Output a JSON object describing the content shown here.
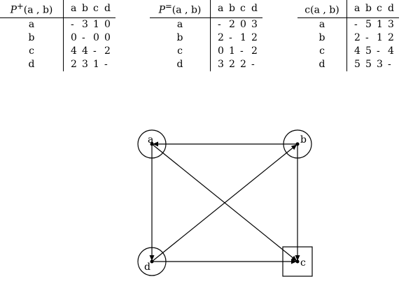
{
  "matrices": [
    {
      "header_prefix": "P",
      "header_sup": "+",
      "header_suffix": "(a , b)",
      "columns": [
        "a",
        "b",
        "c",
        "d"
      ],
      "rows": [
        {
          "label": "a",
          "values": [
            "-",
            "3",
            "1",
            "0"
          ]
        },
        {
          "label": "b",
          "values": [
            "0",
            "-",
            "0",
            "0"
          ]
        },
        {
          "label": "c",
          "values": [
            "4",
            "4",
            "-",
            "2"
          ]
        },
        {
          "label": "d",
          "values": [
            "2",
            "3",
            "1",
            "-"
          ]
        }
      ]
    },
    {
      "header_prefix": "P",
      "header_sup": "=",
      "header_suffix": "(a , b)",
      "columns": [
        "a",
        "b",
        "c",
        "d"
      ],
      "rows": [
        {
          "label": "a",
          "values": [
            "-",
            "2",
            "0",
            "3"
          ]
        },
        {
          "label": "b",
          "values": [
            "2",
            "-",
            "1",
            "2"
          ]
        },
        {
          "label": "c",
          "values": [
            "0",
            "1",
            "-",
            "2"
          ]
        },
        {
          "label": "d",
          "values": [
            "3",
            "2",
            "2",
            "-"
          ]
        }
      ]
    },
    {
      "header_prefix": "",
      "header_sup": "",
      "header_suffix": "c(a , b)",
      "columns": [
        "a",
        "b",
        "c",
        "d"
      ],
      "rows": [
        {
          "label": "a",
          "values": [
            "-",
            "5",
            "1",
            "3"
          ]
        },
        {
          "label": "b",
          "values": [
            "2",
            "-",
            "1",
            "2"
          ]
        },
        {
          "label": "c",
          "values": [
            "4",
            "5",
            "-",
            "4"
          ]
        },
        {
          "label": "d",
          "values": [
            "5",
            "5",
            "3",
            "-"
          ]
        }
      ]
    }
  ],
  "graph": {
    "nodes": [
      {
        "id": "a",
        "label": "a",
        "marker": "circle"
      },
      {
        "id": "b",
        "label": "b",
        "marker": "circle"
      },
      {
        "id": "c",
        "label": "c",
        "marker": "square"
      },
      {
        "id": "d",
        "label": "d",
        "marker": "circle"
      }
    ],
    "edges": [
      {
        "from": "b",
        "to": "a"
      },
      {
        "from": "a",
        "to": "c"
      },
      {
        "from": "a",
        "to": "d"
      },
      {
        "from": "d",
        "to": "b"
      },
      {
        "from": "d",
        "to": "c"
      },
      {
        "from": "b",
        "to": "c"
      }
    ],
    "colors": {
      "stroke": "#000000",
      "background": "#ffffff"
    }
  }
}
